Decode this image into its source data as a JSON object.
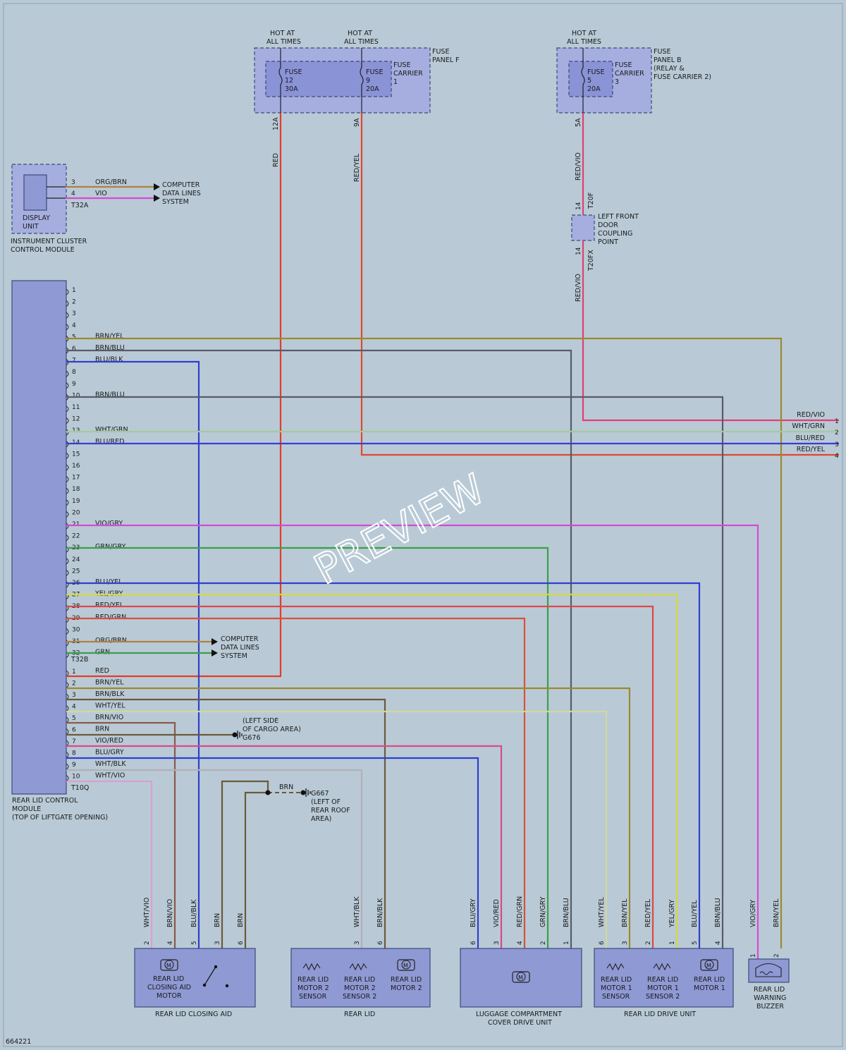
{
  "diagram_id": "664221",
  "watermark": "PREVIEW",
  "hot_label": [
    "HOT AT",
    "ALL TIMES"
  ],
  "fuse_panel_f": {
    "label": [
      "FUSE",
      "PANEL F"
    ],
    "carrier": [
      "FUSE",
      "CARRIER",
      "1"
    ],
    "fuses": [
      {
        "l": [
          "FUSE",
          "12",
          "30A"
        ]
      },
      {
        "l": [
          "FUSE",
          "9",
          "20A"
        ]
      }
    ]
  },
  "fuse_panel_b": {
    "label": [
      "FUSE",
      "PANEL B",
      "(RELAY &",
      "FUSE CARRIER 2)"
    ],
    "carrier": [
      "FUSE",
      "CARRIER",
      "3"
    ],
    "fuses": [
      {
        "l": [
          "FUSE",
          "5",
          "20A"
        ]
      }
    ]
  },
  "fuse_pins": {
    "f12": "12A",
    "f9": "9A",
    "f5": "5A"
  },
  "wires_top": {
    "red": "RED",
    "redyel": "RED/YEL",
    "redvio1": "RED/VIO",
    "redvio2": "RED/VIO"
  },
  "coupling": {
    "label": [
      "LEFT FRONT",
      "DOOR",
      "COUPLING",
      "POINT"
    ],
    "t_top": "T20F",
    "t_bot": "T20FX",
    "pin_top": "14",
    "pin_bot": "14"
  },
  "instrument_cluster": {
    "display_unit": [
      "DISPLAY",
      "UNIT"
    ],
    "name": [
      "INSTRUMENT CLUSTER",
      "CONTROL MODULE"
    ],
    "connector": "T32A",
    "pins": [
      {
        "n": "3",
        "w": "ORG/BRN"
      },
      {
        "n": "4",
        "w": "VIO"
      }
    ],
    "dest": [
      "COMPUTER",
      "DATA LINES",
      "SYSTEM"
    ]
  },
  "rlcm": {
    "name": [
      "REAR LID CONTROL",
      "MODULE",
      "(TOP OF LIFTGATE OPENING)"
    ],
    "t32b": "T32B",
    "t10q": "T10Q",
    "pins_a": [
      {
        "n": "1",
        "w": ""
      },
      {
        "n": "2",
        "w": ""
      },
      {
        "n": "3",
        "w": ""
      },
      {
        "n": "4",
        "w": ""
      },
      {
        "n": "5",
        "w": "BRN/YEL"
      },
      {
        "n": "6",
        "w": "BRN/BLU"
      },
      {
        "n": "7",
        "w": "BLU/BLK"
      },
      {
        "n": "8",
        "w": ""
      },
      {
        "n": "9",
        "w": ""
      },
      {
        "n": "10",
        "w": "BRN/BLU"
      },
      {
        "n": "11",
        "w": ""
      },
      {
        "n": "12",
        "w": ""
      },
      {
        "n": "13",
        "w": "WHT/GRN"
      },
      {
        "n": "14",
        "w": "BLU/RED"
      },
      {
        "n": "15",
        "w": ""
      },
      {
        "n": "16",
        "w": ""
      },
      {
        "n": "17",
        "w": ""
      },
      {
        "n": "18",
        "w": ""
      },
      {
        "n": "19",
        "w": ""
      },
      {
        "n": "20",
        "w": ""
      },
      {
        "n": "21",
        "w": "VIO/GRY"
      },
      {
        "n": "22",
        "w": ""
      },
      {
        "n": "23",
        "w": "GRN/GRY"
      },
      {
        "n": "24",
        "w": ""
      },
      {
        "n": "25",
        "w": ""
      },
      {
        "n": "26",
        "w": "BLU/YEL"
      },
      {
        "n": "27",
        "w": "YEL/GRY"
      },
      {
        "n": "28",
        "w": "RED/YEL"
      },
      {
        "n": "29",
        "w": "RED/GRN"
      },
      {
        "n": "30",
        "w": ""
      },
      {
        "n": "31",
        "w": "ORG/BRN"
      },
      {
        "n": "32",
        "w": "GRN"
      }
    ],
    "pins_b": [
      {
        "n": "1",
        "w": "RED"
      },
      {
        "n": "2",
        "w": "BRN/YEL"
      },
      {
        "n": "3",
        "w": "BRN/BLK"
      },
      {
        "n": "4",
        "w": "WHT/YEL"
      },
      {
        "n": "5",
        "w": "BRN/VIO"
      },
      {
        "n": "6",
        "w": "BRN"
      },
      {
        "n": "7",
        "w": "VIO/RED"
      },
      {
        "n": "8",
        "w": "BLU/GRY"
      },
      {
        "n": "9",
        "w": "WHT/BLK"
      },
      {
        "n": "10",
        "w": "WHT/VIO"
      }
    ],
    "dest": [
      "COMPUTER",
      "DATA LINES",
      "SYSTEM"
    ]
  },
  "ground_g676": [
    "(LEFT SIDE",
    "OF CARGO AREA)",
    "G676"
  ],
  "ground_g667": {
    "wire": "BRN",
    "lines": [
      "G667",
      "(LEFT OF",
      "REAR ROOF",
      "AREA)"
    ]
  },
  "right_edge": [
    {
      "w": "RED/VIO",
      "n": "1"
    },
    {
      "w": "WHT/GRN",
      "n": "2"
    },
    {
      "w": "BLU/RED",
      "n": "3"
    },
    {
      "w": "RED/YEL",
      "n": "4"
    }
  ],
  "bottom_wires": [
    {
      "w": "WHT/VIO",
      "p": "2"
    },
    {
      "w": "BRN/VIO",
      "p": "4"
    },
    {
      "w": "BLU/BLK",
      "p": "5"
    },
    {
      "w": "BRN",
      "p": "3"
    },
    {
      "w": "BRN",
      "p": "6"
    },
    {
      "w": "WHT/BLK",
      "p": "3"
    },
    {
      "w": "BRN/BLK",
      "p": "6"
    },
    {
      "w": "BLU/GRY",
      "p": "6"
    },
    {
      "w": "VIO/RED",
      "p": "3"
    },
    {
      "w": "RED/GRN",
      "p": "4"
    },
    {
      "w": "GRN/GRY",
      "p": "2"
    },
    {
      "w": "BRN/BLU",
      "p": "1"
    },
    {
      "w": "WHT/YEL",
      "p": "6"
    },
    {
      "w": "BRN/YEL",
      "p": "3"
    },
    {
      "w": "RED/YEL",
      "p": "2"
    },
    {
      "w": "YEL/GRY",
      "p": "1"
    },
    {
      "w": "BLU/YEL",
      "p": "5"
    },
    {
      "w": "BRN/BLU",
      "p": "4"
    },
    {
      "w": "VIO/GRY",
      "p": "1"
    },
    {
      "w": "BRN/YEL",
      "p": "2"
    }
  ],
  "components": {
    "closing_aid": {
      "name": "REAR LID CLOSING AID",
      "motor": [
        "REAR LID",
        "CLOSING AID",
        "MOTOR"
      ]
    },
    "rear_lid": {
      "name": "REAR LID",
      "items": [
        [
          "REAR LID",
          "MOTOR 2",
          "SENSOR"
        ],
        [
          "REAR LID",
          "MOTOR 2",
          "SENSOR 2"
        ],
        [
          "REAR LID",
          "MOTOR 2"
        ]
      ]
    },
    "cover_drive": {
      "name": [
        "LUGGAGE COMPARTMENT",
        "COVER DRIVE UNIT"
      ]
    },
    "drive_unit": {
      "name": "REAR LID DRIVE UNIT",
      "items": [
        [
          "REAR LID",
          "MOTOR 1",
          "SENSOR"
        ],
        [
          "REAR LID",
          "MOTOR 1",
          "SENSOR 2"
        ],
        [
          "REAR LID",
          "MOTOR 1"
        ]
      ]
    },
    "buzzer": {
      "name": [
        "REAR LID",
        "WARNING",
        "BUZZER"
      ]
    }
  },
  "colors": {
    "RED": "#e23c2c",
    "BRN": "#6b5a3a",
    "BRNYEL": "#8c7a2a",
    "BLU": "#2f3fcf",
    "GRN": "#3aa04a",
    "VIO": "#d44ad4",
    "ORG": "#c98a3a",
    "WHT": "#c8c8c8",
    "YEL": "#d8d840",
    "GRY": "#7a7a7a"
  }
}
